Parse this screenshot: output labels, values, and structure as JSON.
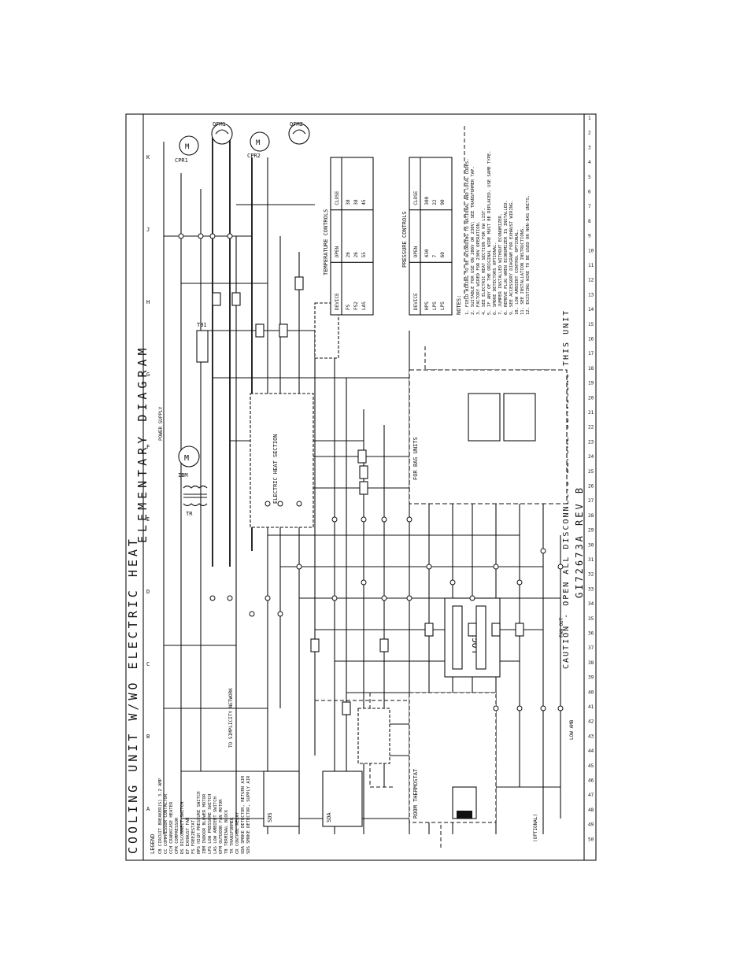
{
  "diagram": {
    "title_left": "COOLING UNIT W/WO ELECTRIC HEAT",
    "title_right": "ELEMENTARY DIAGRAM",
    "drawing_number": "GI72673A REV B",
    "caution": "CAUTION - OPEN ALL DISCONNECTS BEFORE SERVICING THIS UNIT",
    "legend_heading": "LEGEND",
    "legend": [
      "CB    CIRCUIT BREAKER(S) 3.2 AMP",
      "CC    COMPRESSOR CONTACTOR",
      "CCH   CRANKCASE HEATER",
      "CPR   COMPRESSOR",
      "DS    DISCONNECT SWITCH",
      "EF    EXHAUST FAN",
      "FS    FREEZESTAT",
      "HPS   HIGH PRESSURE SWITCH",
      "IBM   INDOOR BLOWER MOTOR",
      "LPS   LOW PRESSURE SWITCH",
      "LAS   LOW AMBIENT SWITCH",
      "OFM   OUTDOOR FAN MOTOR",
      "TB    TERMINAL BLOCK",
      "TR    TRANSFORMER",
      "CR    CONTROL RELAY",
      "SDA   SMOKE DETECTOR, RETURN AIR",
      "SDS   SMOKE DETECTOR, SUPPLY AIR"
    ],
    "pressure_table_title": "PRESSURE CONTROLS",
    "pressure_headers": [
      "DEVICE",
      "OPEN",
      "CLOSE"
    ],
    "pressure_rows": [
      [
        "HPS",
        "430",
        "300"
      ],
      [
        "LPS",
        "7",
        "22"
      ],
      [
        "LPS",
        "60",
        "90"
      ]
    ],
    "temp_table_title": "TEMPERATURE CONTROLS",
    "temp_headers": [
      "DEVICE",
      "OPEN",
      "CLOSE"
    ],
    "temp_rows": [
      [
        "FS",
        "26",
        "38"
      ],
      [
        "FS2",
        "26",
        "38"
      ],
      [
        "LAS",
        "55",
        "45"
      ]
    ],
    "notes_heading": "NOTES:",
    "notes": [
      "1. FIELD WIRING TO BE ACCORDING TO NATIONAL AND LOCAL CODES.",
      "2. SUITABLE FOR USE ON 208V OR 230V; SEE TRANSFORMER TAP.",
      "3. FACTORY WIRED FOR 230V OPERATION.",
      "4. SEE ELECTRIC HEAT SECTION FOR KW LIST.",
      "5. IF ANY OF THE ORIGINAL WIRE MUST BE REPLACED, USE SAME TYPE.",
      "6. SMOKE DETECTORS OPTIONAL.",
      "7. JUMPER INSTALLED WITHOUT ECONOMIZER.",
      "8. REMOVE PLUG WHEN ECONOMIZER IS INSTALLED.",
      "9. SEE ACCESSORY DIAGRAM FOR EXHAUST WIRING.",
      "10. LOW AMBIENT CONTROL OPTIONAL.",
      "11. SEE INSTALLATION INSTRUCTIONS.",
      "12. EXISTING WIRE TO BE USED ON NON-BAS UNITS."
    ],
    "block_labels": {
      "logic": "LOGIC",
      "electric_heat": "ELECTRIC HEAT SECTION",
      "bas": "FOR BAS UNITS",
      "room_tstat": "ROOM THERMOSTAT",
      "power_supply": "POWER SUPPLY",
      "optional": "(OPTIONAL)",
      "low_amb": "LOW AMB",
      "fan_out": "FAN OUT",
      "to_simplicity": "TO SIMPLICITY NETWORK"
    },
    "device_labels": {
      "ibm": "IBM",
      "ofm1": "OFM1",
      "ofm2": "OFM2",
      "cpr1": "CPR1",
      "cpr2": "CPR2",
      "tb1": "TB1",
      "tr": "TR"
    },
    "column_letters": [
      "A",
      "B",
      "C",
      "D",
      "E",
      "F",
      "G",
      "H",
      "J",
      "K"
    ]
  }
}
